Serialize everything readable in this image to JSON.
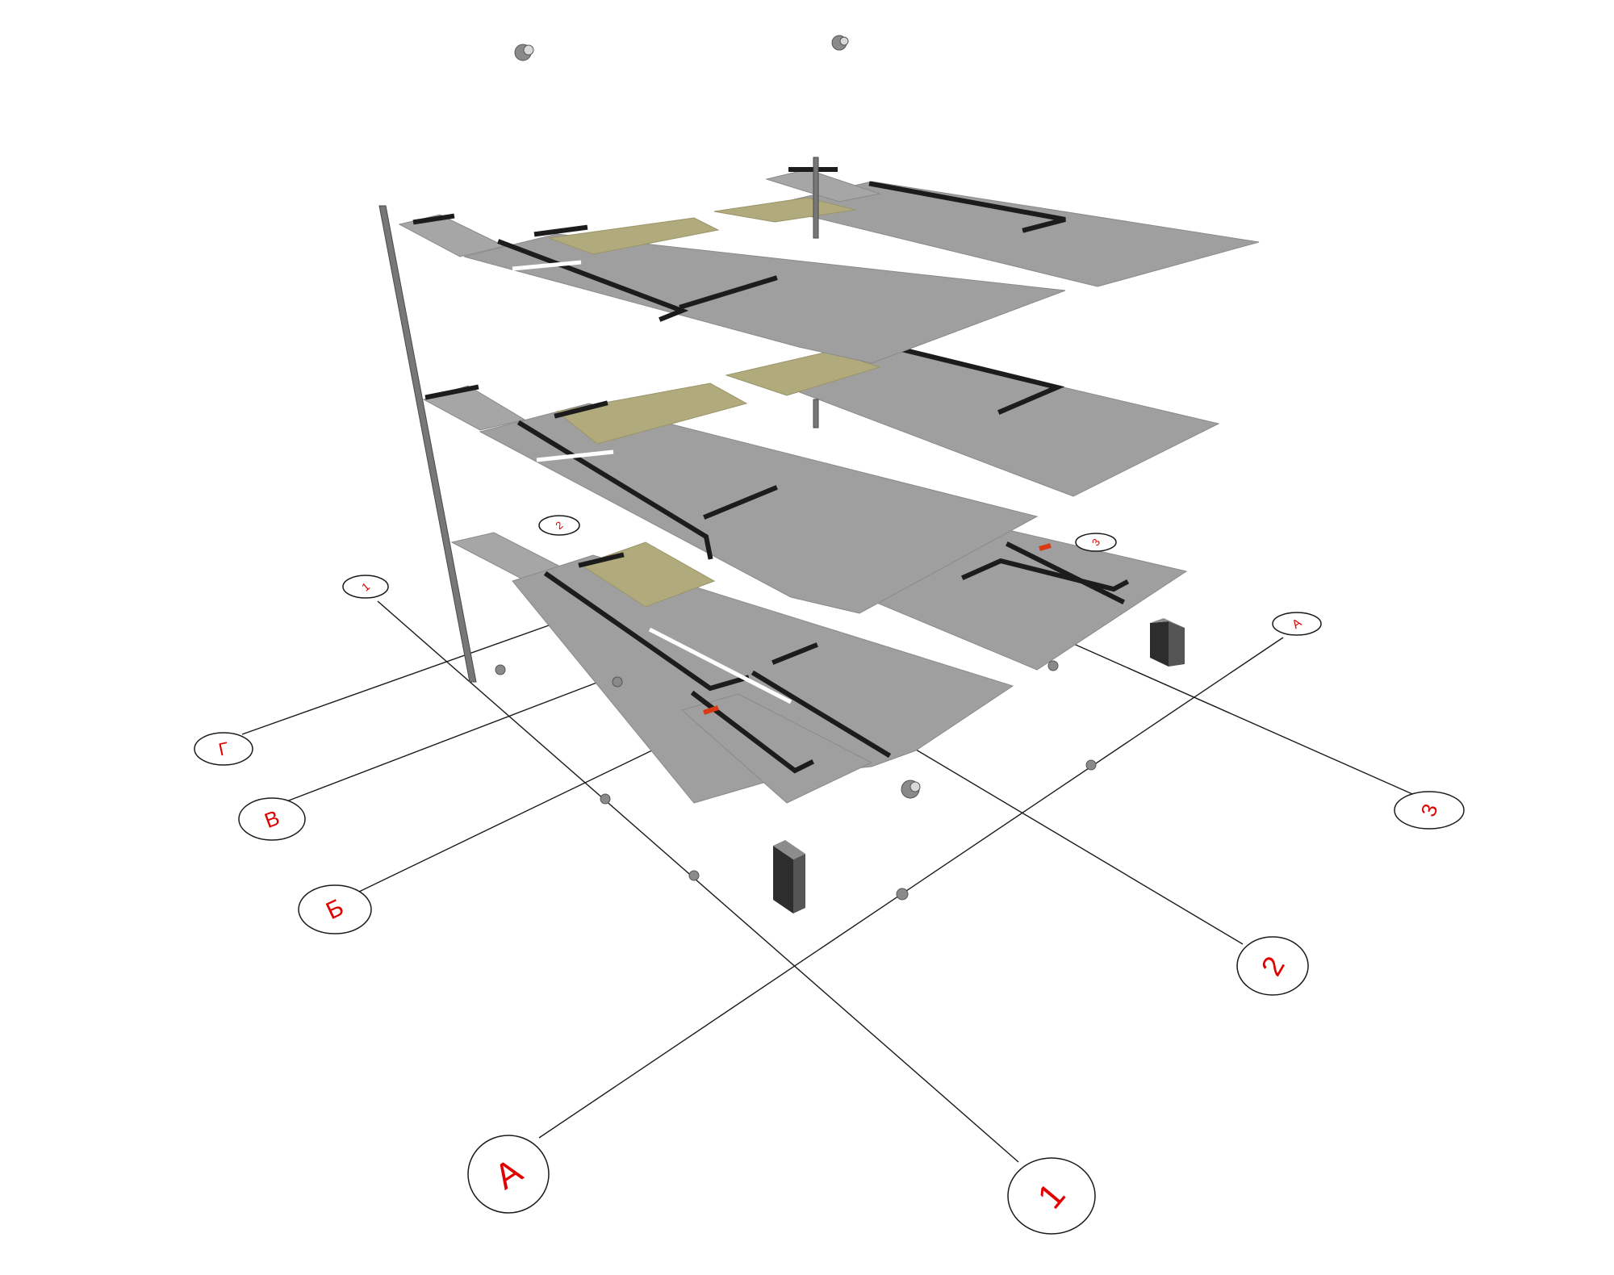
{
  "diagram": {
    "grid_axes": {
      "numbered": [
        {
          "label": "1",
          "role": "main"
        },
        {
          "label": "2",
          "role": "main"
        },
        {
          "label": "3",
          "role": "main"
        }
      ],
      "lettered": [
        {
          "label": "А",
          "role": "main"
        },
        {
          "label": "Б",
          "role": "main"
        },
        {
          "label": "В",
          "role": "main"
        },
        {
          "label": "Г",
          "role": "main"
        }
      ],
      "secondary_markers": [
        {
          "label": "1"
        },
        {
          "label": "2"
        },
        {
          "label": "3"
        },
        {
          "label": "А"
        }
      ]
    },
    "floors": 3,
    "colors": {
      "slab": "#9f9f9f",
      "stair": "#b0aa7c",
      "wall": "#1c1c1c",
      "door": "#d93a14",
      "axis_label": "#e00000"
    }
  }
}
